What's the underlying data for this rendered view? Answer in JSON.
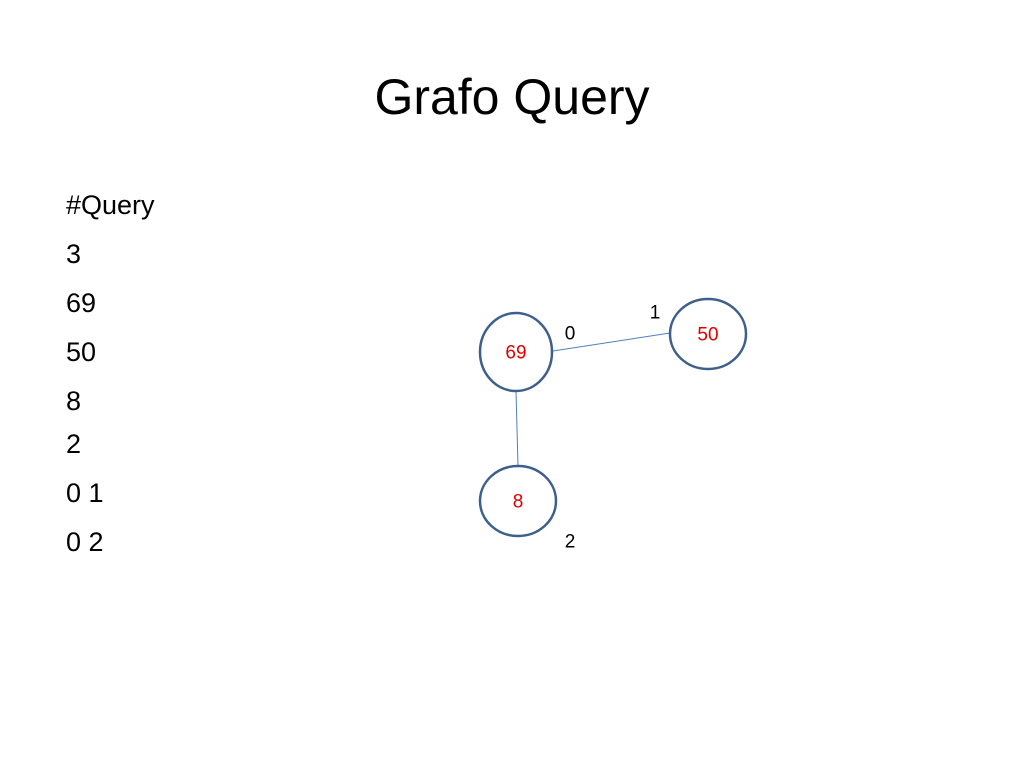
{
  "title": "Grafo Query",
  "text_lines": [
    "#Query",
    "3",
    "69",
    "50",
    "8",
    "2",
    "0 1",
    "0 2"
  ],
  "graph": {
    "node_color": "#e00000",
    "edge_color": "#4f81bd",
    "nodes": [
      {
        "value": "69",
        "index": "0"
      },
      {
        "value": "50",
        "index": "1"
      },
      {
        "value": "8",
        "index": "2"
      }
    ],
    "edges": [
      {
        "from": "0",
        "to": "1"
      },
      {
        "from": "0",
        "to": "2"
      }
    ]
  }
}
